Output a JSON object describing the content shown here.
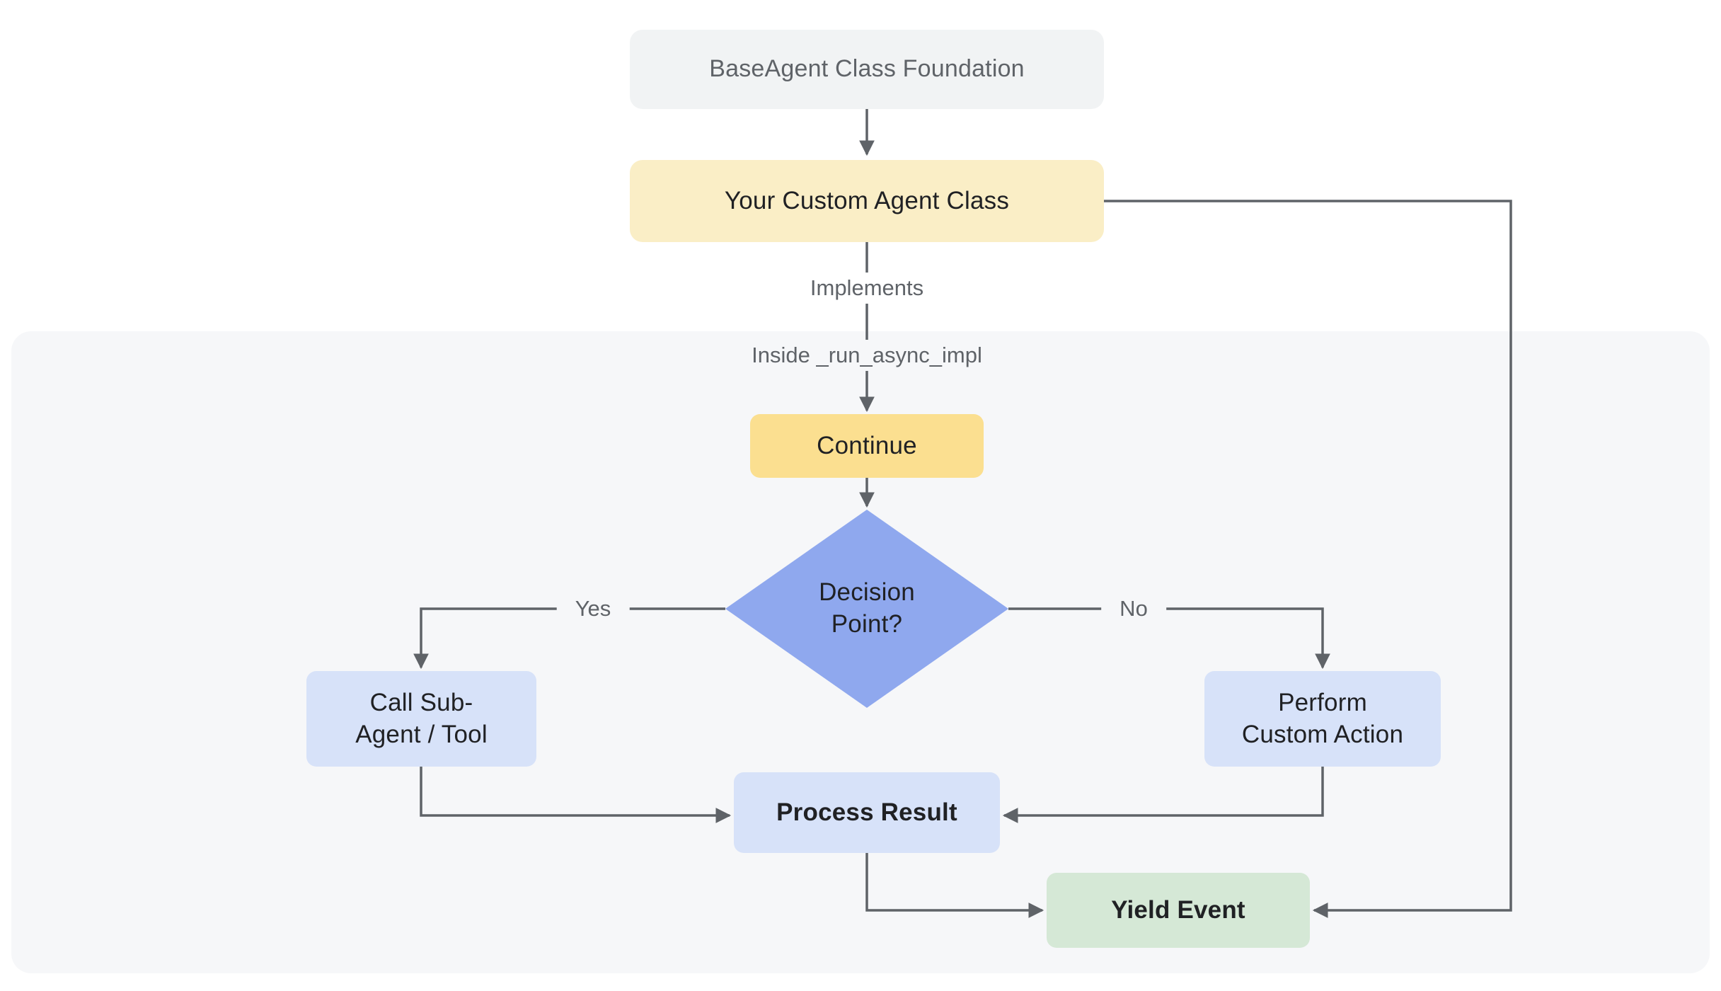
{
  "diagram": {
    "nodes": {
      "base_agent": {
        "label": "BaseAgent Class Foundation"
      },
      "custom_agent": {
        "label": "Your Custom Agent Class"
      },
      "continue_step": {
        "label": "Continue"
      },
      "decision": {
        "line1": "Decision",
        "line2": "Point?"
      },
      "call_sub_agent": {
        "line1": "Call Sub-",
        "line2": "Agent / Tool"
      },
      "perform_custom_action": {
        "line1": "Perform",
        "line2": "Custom Action"
      },
      "process_result": {
        "label": "Process Result"
      },
      "yield_event": {
        "label": "Yield Event"
      }
    },
    "edge_labels": {
      "implements": "Implements",
      "inside_impl": "Inside _run_async_impl",
      "yes": "Yes",
      "no": "No"
    },
    "colors": {
      "page_background": "#ffffff",
      "container_background": "#f6f7f9",
      "node_gray": "#f1f3f4",
      "node_cream": "#faeec6",
      "node_yellow": "#fbdf90",
      "node_blue": "#8fa8ee",
      "node_light_blue": "#d7e2f9",
      "node_green": "#d5e8d6",
      "connector": "#5f6368",
      "text_dark": "#202124",
      "text_gray": "#5f6368"
    }
  }
}
